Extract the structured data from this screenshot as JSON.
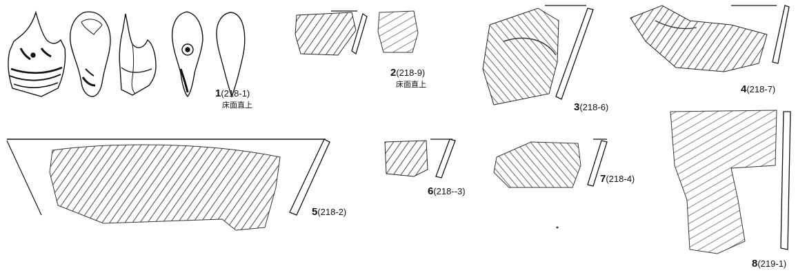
{
  "figures": [
    {
      "id": "1",
      "number": "1",
      "code": "(218-1)",
      "note": "床面直上"
    },
    {
      "id": "2",
      "number": "2",
      "code": "(218-9)",
      "note": "床面直上"
    },
    {
      "id": "3",
      "number": "3",
      "code": "(218-6)"
    },
    {
      "id": "4",
      "number": "4",
      "code": "(218-7)"
    },
    {
      "id": "5",
      "number": "5",
      "code": "(218-2)"
    },
    {
      "id": "6",
      "number": "6",
      "code": "(218--3)"
    },
    {
      "id": "7",
      "number": "7",
      "code": "(218-4)"
    },
    {
      "id": "8",
      "number": "8",
      "code": "(219-1)"
    }
  ]
}
